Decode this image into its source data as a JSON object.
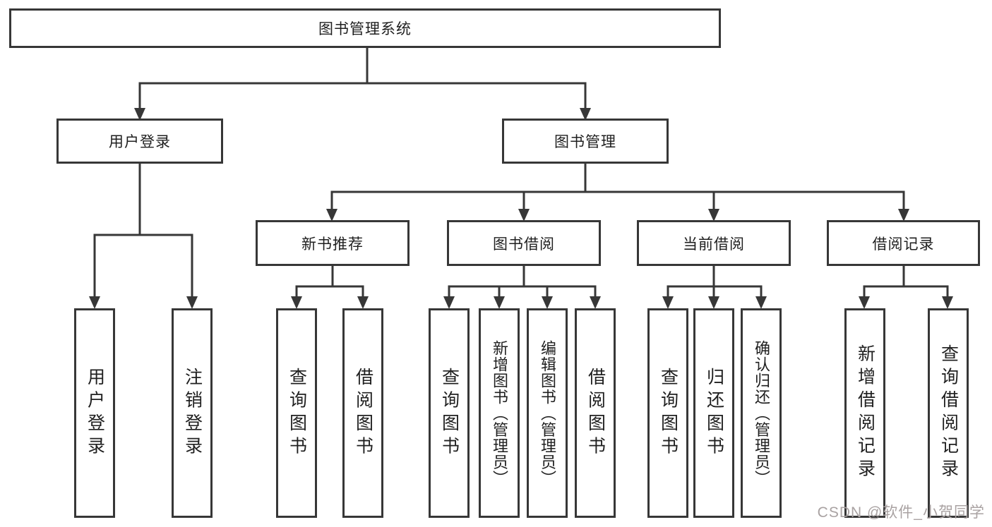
{
  "diagram_title": "图书管理系统",
  "nodes": {
    "root": {
      "label": "图书管理系统"
    },
    "user_login": {
      "label": "用户登录"
    },
    "book_mgmt": {
      "label": "图书管理"
    },
    "new_book_rec": {
      "label": "新书推荐"
    },
    "book_borrow": {
      "label": "图书借阅"
    },
    "current_borrow": {
      "label": "当前借阅"
    },
    "borrow_record": {
      "label": "借阅记录"
    },
    "leaf_user_login": {
      "label": "用户登录"
    },
    "leaf_logout": {
      "label": "注销登录"
    },
    "leaf_query_book_rec": {
      "label": "查询图书"
    },
    "leaf_borrow_book_rec": {
      "label": "借阅图书"
    },
    "leaf_query_book_borrow": {
      "label": "查询图书"
    },
    "leaf_add_book_admin": {
      "label": "新增图书（管理员）"
    },
    "leaf_edit_book_admin": {
      "label": "编辑图书（管理员）"
    },
    "leaf_borrow_book_borrow": {
      "label": "借阅图书"
    },
    "leaf_query_book_current": {
      "label": "查询图书"
    },
    "leaf_return_book": {
      "label": "归还图书"
    },
    "leaf_confirm_return_admin": {
      "label": "确认归还（管理员）"
    },
    "leaf_add_borrow_record": {
      "label": "新增借阅记录"
    },
    "leaf_query_borrow_record": {
      "label": "查询借阅记录"
    }
  },
  "hierarchy": {
    "图书管理系统": {
      "用户登录": [
        "用户登录",
        "注销登录"
      ],
      "图书管理": {
        "新书推荐": [
          "查询图书",
          "借阅图书"
        ],
        "图书借阅": [
          "查询图书",
          "新增图书（管理员）",
          "编辑图书（管理员）",
          "借阅图书"
        ],
        "当前借阅": [
          "查询图书",
          "归还图书",
          "确认归还（管理员）"
        ],
        "借阅记录": [
          "新增借阅记录",
          "查询借阅记录"
        ]
      }
    }
  },
  "watermark": {
    "text": "CSDN @软件_小贺同学"
  },
  "colors": {
    "line": "#373737",
    "box_border": "#373737",
    "text": "#1f1f1f",
    "watermark": "#a9a2a2",
    "background": "#ffffff"
  }
}
